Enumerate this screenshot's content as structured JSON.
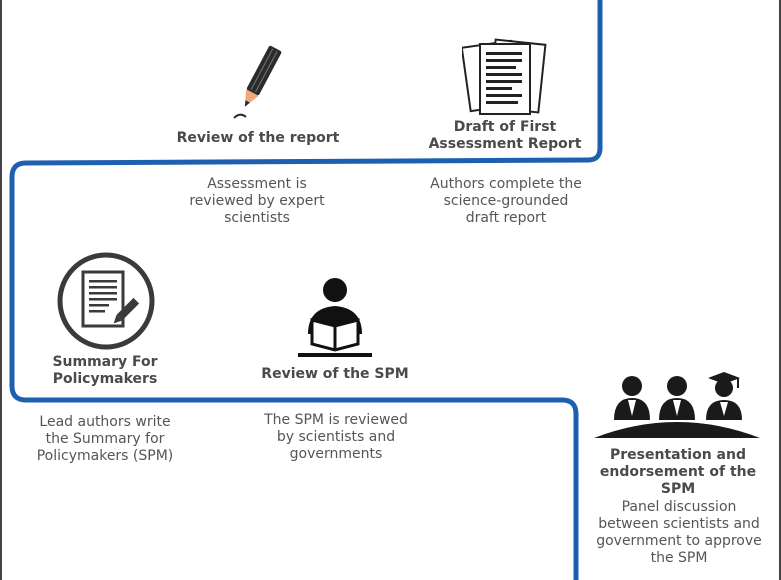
{
  "colors": {
    "path": "#1f5fb0",
    "text": "#555555",
    "title": "#4a4a4a",
    "icon": "#222222",
    "pencil_tip": "#f2a97a"
  },
  "steps": [
    {
      "icon": "pencil-icon",
      "title": "Review of the report",
      "description": "Assessment is reviewed by expert scientists"
    },
    {
      "icon": "documents-icon",
      "title": "Draft of First Assessment Report",
      "description": "Authors complete the science-grounded draft report"
    },
    {
      "icon": "document-edit-icon",
      "title": "Summary For Policymakers",
      "description": "Lead authors write the Summary for Policymakers (SPM)"
    },
    {
      "icon": "reader-icon",
      "title": "Review of the SPM",
      "description": "The SPM is reviewed by scientists and governments"
    },
    {
      "icon": "panel-icon",
      "title": "Presentation and endorsement of the SPM",
      "description": "Panel discussion between scientists and government to approve the SPM"
    }
  ]
}
